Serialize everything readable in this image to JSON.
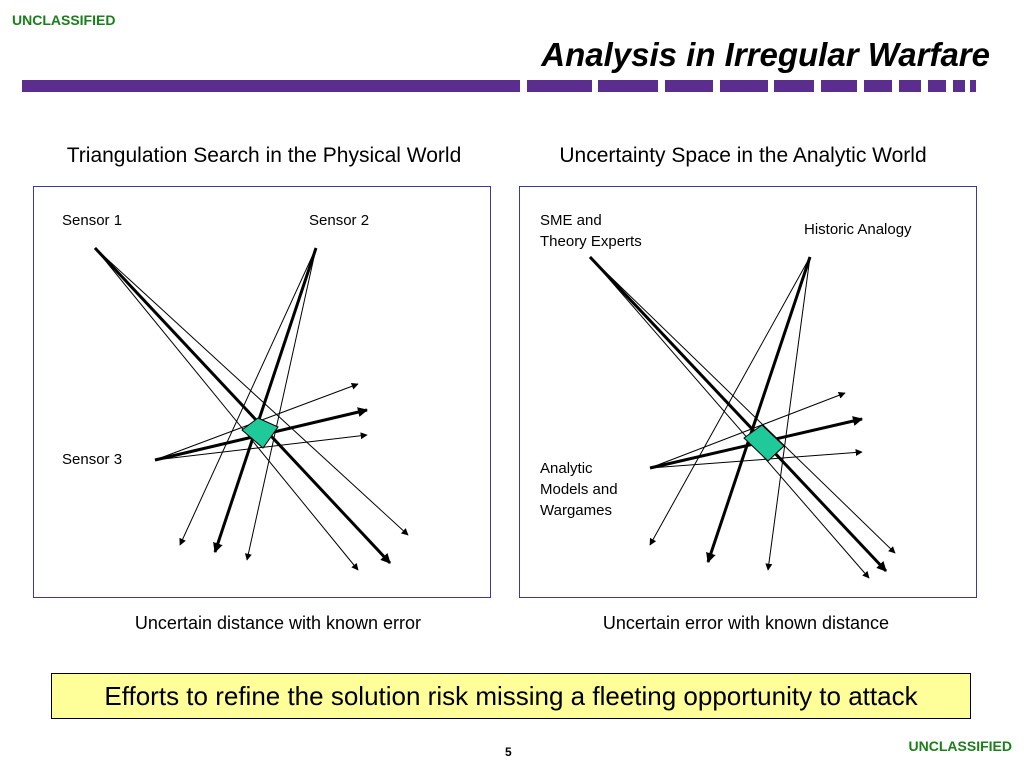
{
  "classification": "UNCLASSIFIED",
  "title": "Analysis in Irregular Warfare",
  "left_panel": {
    "heading": "Triangulation Search in the Physical World",
    "sensor1": "Sensor 1",
    "sensor2": "Sensor 2",
    "sensor3": "Sensor 3",
    "caption": "Uncertain distance with known error"
  },
  "right_panel": {
    "heading": "Uncertainty Space in the Analytic World",
    "source1_line1": "SME and",
    "source1_line2": "Theory Experts",
    "source2": "Historic Analogy",
    "source3_line1": "Analytic",
    "source3_line2": "Models and",
    "source3_line3": "Wargames",
    "caption": "Uncertain error with known distance"
  },
  "banner": "Efforts to refine the solution risk missing a fleeting opportunity to attack",
  "page_number": "5",
  "colors": {
    "classification": "#1a7f1a",
    "bar": "#5b2d8e",
    "panel_border": "#3a3aa6",
    "uncertainty_region": "#1fc99a",
    "banner_bg": "#ffff99"
  }
}
